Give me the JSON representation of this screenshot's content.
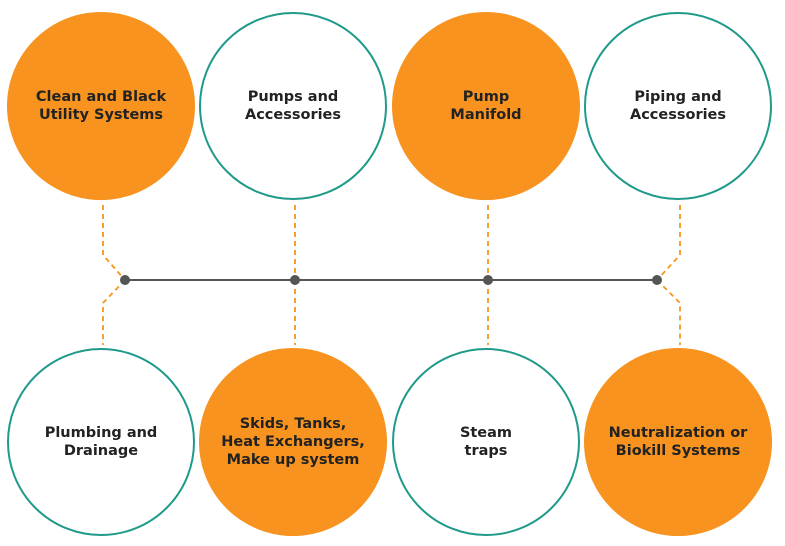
{
  "colors": {
    "accent_fill": "#F7931E",
    "outline": "#1F9A8A",
    "connector": "#F7931E",
    "timeline": "#555555"
  },
  "nodes": [
    {
      "label": "Clean and Black\nUtility Systems",
      "style": "filled"
    },
    {
      "label": "Pumps and\nAccessories",
      "style": "outlined"
    },
    {
      "label": "Pump\nManifold",
      "style": "filled"
    },
    {
      "label": "Piping and\nAccessories",
      "style": "outlined"
    },
    {
      "label": "Plumbing and\nDrainage",
      "style": "outlined"
    },
    {
      "label": "Skids, Tanks,\nHeat Exchangers,\nMake up system",
      "style": "filled"
    },
    {
      "label": "Steam\ntraps",
      "style": "outlined"
    },
    {
      "label": "Neutralization or\nBiokill Systems",
      "style": "filled"
    }
  ]
}
